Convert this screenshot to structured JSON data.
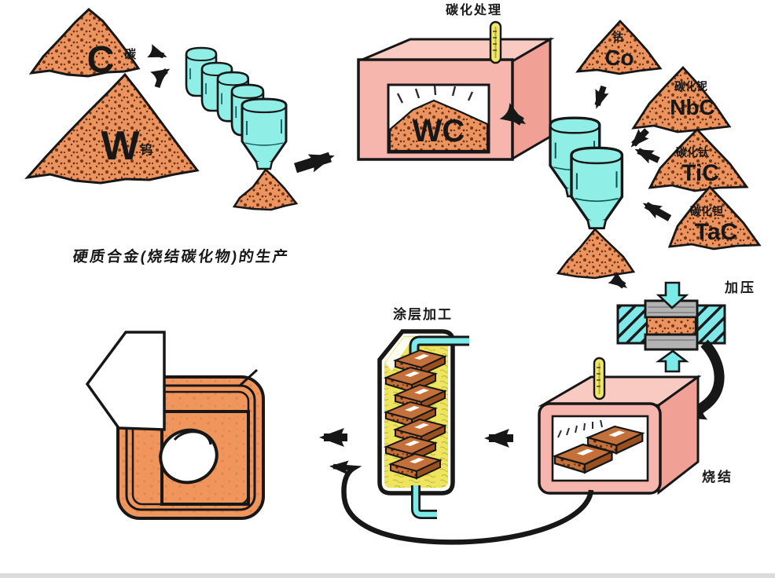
{
  "title": "硬质合金(烧结碳化物)的生产",
  "raw_materials": [
    {
      "symbol": "C",
      "name": "碳"
    },
    {
      "symbol": "W",
      "name": "钨"
    }
  ],
  "stages": {
    "carburizing": {
      "label": "碳化处理",
      "furnace_content": "WC"
    },
    "pressing": {
      "label": "加压"
    },
    "sintering": {
      "label": "烧结"
    },
    "coating": {
      "label": "涂层加工"
    }
  },
  "additives": [
    {
      "symbol": "Co",
      "name": "钴"
    },
    {
      "symbol": "NbC",
      "name": "碳化铌"
    },
    {
      "symbol": "TiC",
      "name": "碳化钛"
    },
    {
      "symbol": "TaC",
      "name": "碳化钽"
    }
  ],
  "colors": {
    "powder_orange": "#ec9460",
    "mixer_cyan": "#8feee6",
    "furnace_pink": "#f6b5ad",
    "coating_yellow": "#efe45e",
    "punch_gray": "#b3b3b3",
    "plate_brown": "#c4703a",
    "outline_black": "#171717"
  }
}
